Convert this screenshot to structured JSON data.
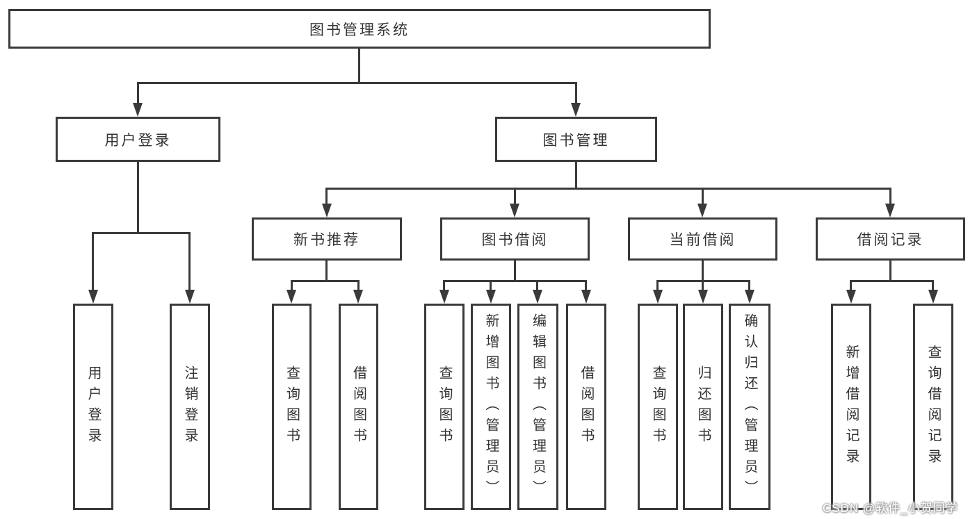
{
  "colors": {
    "line": "#3a3a3a",
    "text": "#333333",
    "background": "#ffffff",
    "watermark_fill": "#ffffff",
    "watermark_outline": "#9a9a9a"
  },
  "diagram": {
    "root": {
      "label": "图书管理系统"
    },
    "level2": [
      {
        "label": "用户登录"
      },
      {
        "label": "图书管理"
      }
    ],
    "level3": [
      {
        "label": "新书推荐",
        "parent": "图书管理"
      },
      {
        "label": "图书借阅",
        "parent": "图书管理"
      },
      {
        "label": "当前借阅",
        "parent": "图书管理"
      },
      {
        "label": "借阅记录",
        "parent": "图书管理"
      }
    ],
    "leaves": [
      {
        "label": "用户登录",
        "parent": "用户登录"
      },
      {
        "label": "注销登录",
        "parent": "用户登录"
      },
      {
        "label": "查询图书",
        "parent": "新书推荐"
      },
      {
        "label": "借阅图书",
        "parent": "新书推荐"
      },
      {
        "label": "查询图书",
        "parent": "图书借阅"
      },
      {
        "label": "新增图书（管理员）",
        "parent": "图书借阅"
      },
      {
        "label": "编辑图书（管理员）",
        "parent": "图书借阅"
      },
      {
        "label": "借阅图书",
        "parent": "图书借阅"
      },
      {
        "label": "查询图书",
        "parent": "当前借阅"
      },
      {
        "label": "归还图书",
        "parent": "当前借阅"
      },
      {
        "label": "确认归还（管理员）",
        "parent": "当前借阅"
      },
      {
        "label": "新增借阅记录",
        "parent": "借阅记录"
      },
      {
        "label": "查询借阅记录",
        "parent": "借阅记录"
      }
    ]
  },
  "watermark": {
    "text": "CSDN @软件_小贺同学"
  }
}
